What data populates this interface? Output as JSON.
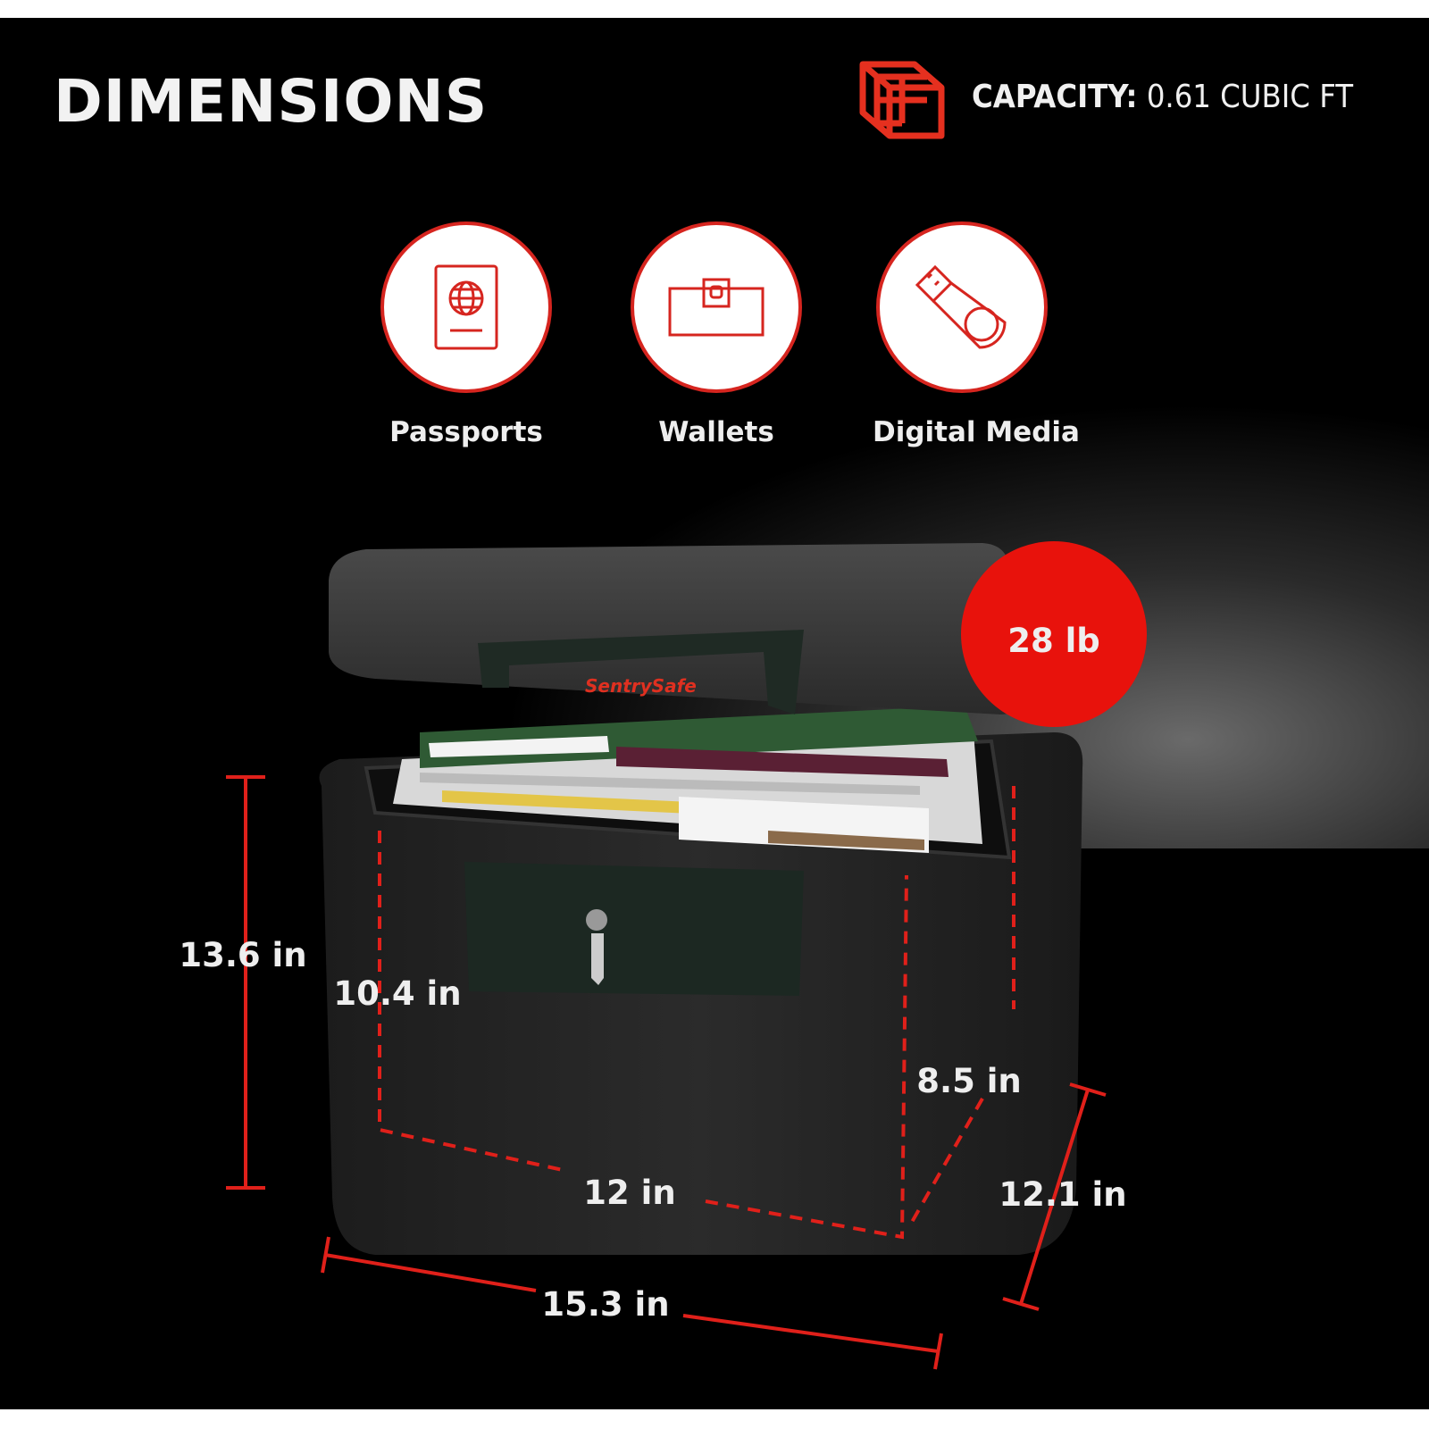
{
  "header": {
    "title": "DIMENSIONS",
    "capacity_label": "CAPACITY:",
    "capacity_value": "0.61 CUBIC FT",
    "capacity_icon": "cube-icon"
  },
  "features": [
    {
      "label": "Passports",
      "icon": "passport-icon"
    },
    {
      "label": "Wallets",
      "icon": "wallet-icon"
    },
    {
      "label": "Digital Media",
      "icon": "usb-drive-icon"
    }
  ],
  "product": {
    "brand": "SentrySafe",
    "weight": "28 lb"
  },
  "dimensions": {
    "outer_height": "13.6 in",
    "inner_height": "10.4 in",
    "inner_depth": "8.5 in",
    "inner_width": "12 in",
    "outer_depth": "12.1 in",
    "outer_width": "15.3 in"
  },
  "colors": {
    "accent": "#d6251f",
    "badge": "#e8120c",
    "background": "#000000"
  }
}
